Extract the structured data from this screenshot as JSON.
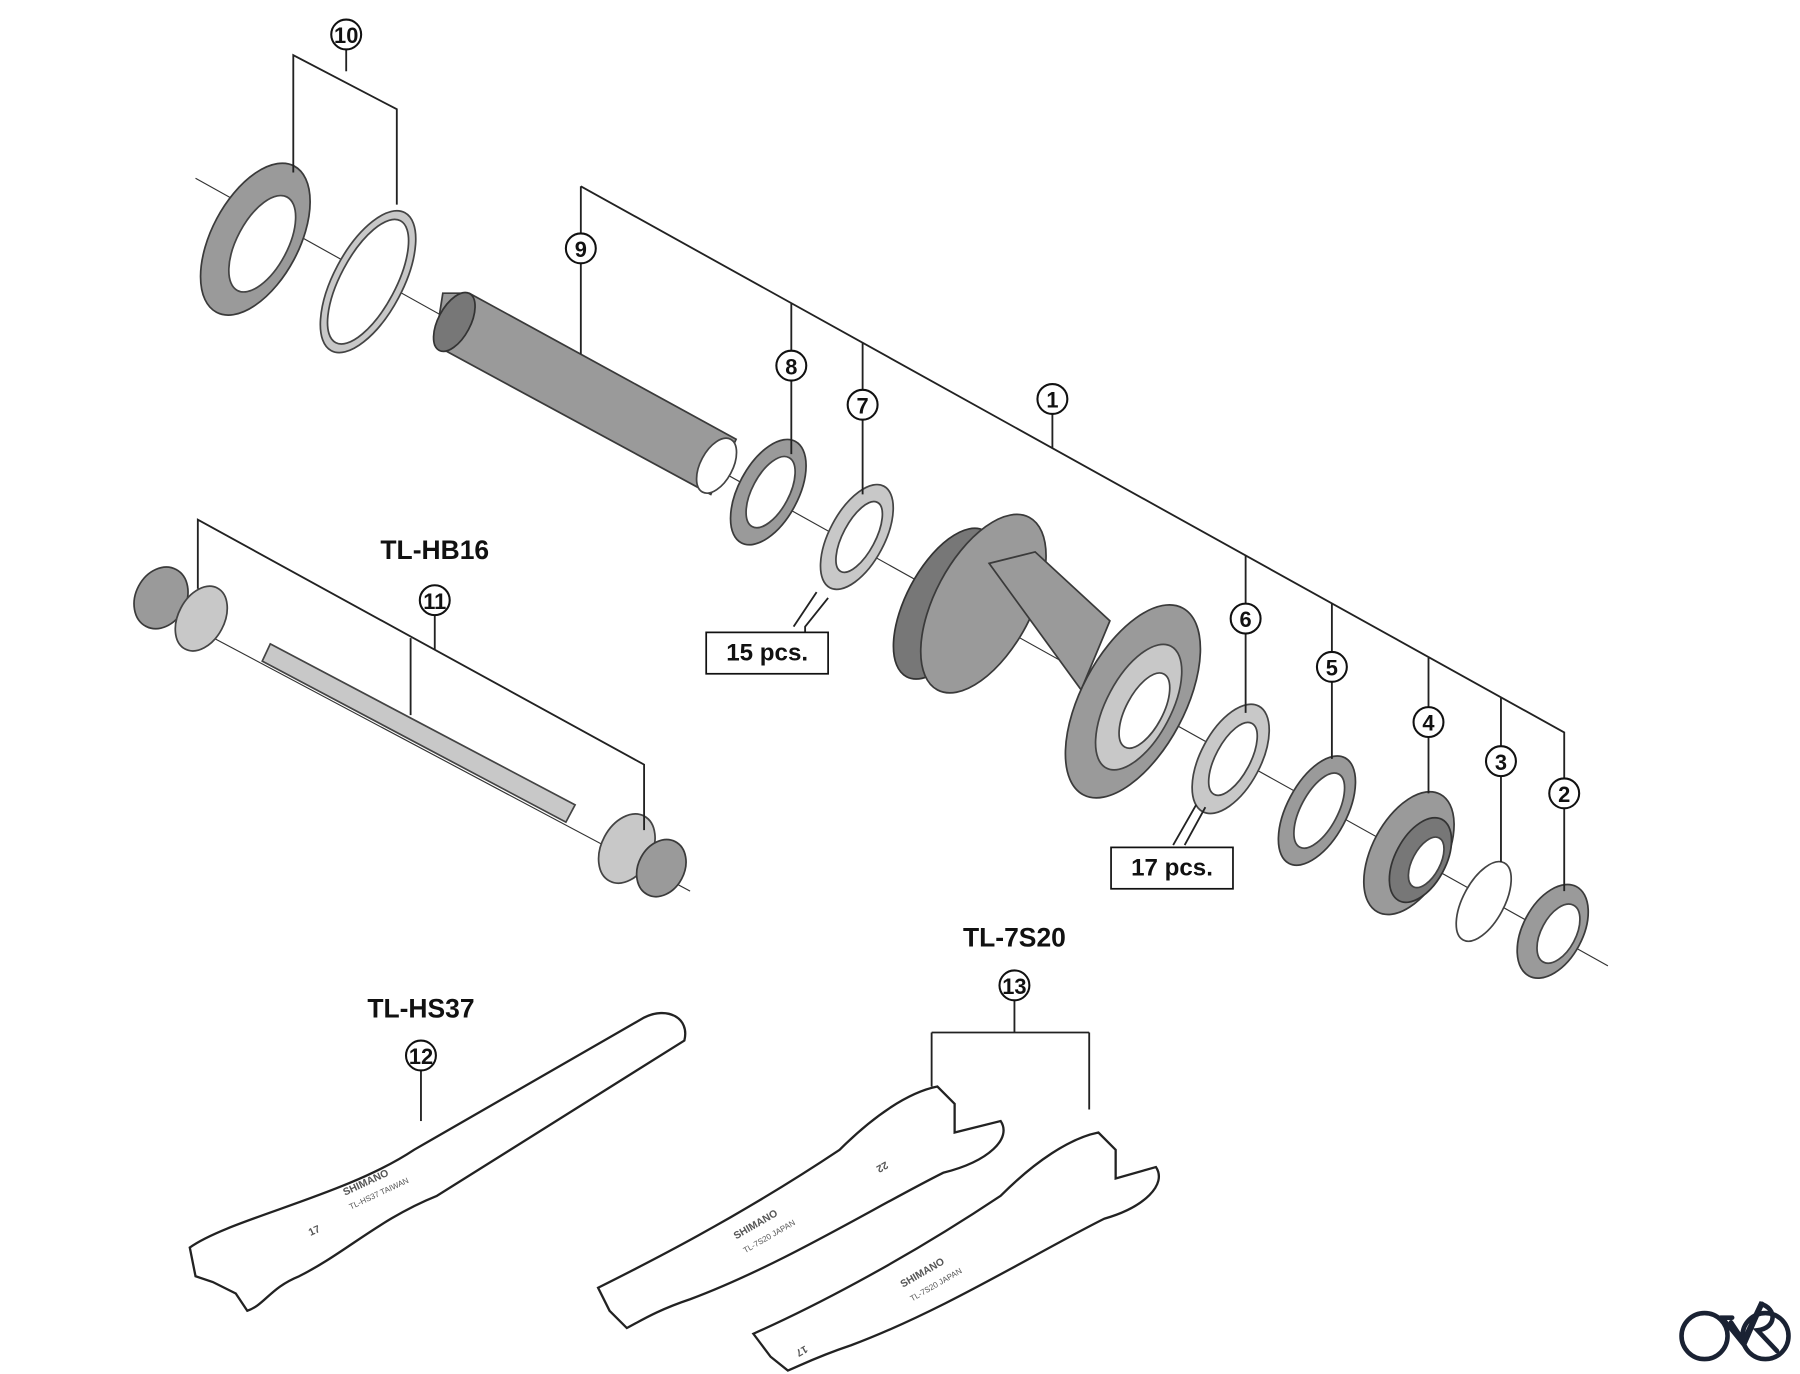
{
  "callouts": {
    "c1": "1",
    "c2": "2",
    "c3": "3",
    "c4": "4",
    "c5": "5",
    "c6": "6",
    "c7": "7",
    "c8": "8",
    "c9": "9",
    "c10": "10",
    "c11": "11",
    "c12": "12",
    "c13": "13"
  },
  "quantities": {
    "bearing_left": "15 pcs.",
    "bearing_right": "17 pcs."
  },
  "tools": {
    "hb16": "TL-HB16",
    "hs37": "TL-HS37",
    "s20": "TL-7S20"
  },
  "wrench_markings": {
    "brand": "SHIMANO",
    "hs37_model": "TL-HS37 TAIWAN",
    "hs37_size": "17",
    "s20_model": "TL-7S20 JAPAN",
    "s20_size_a": "22",
    "s20_size_b": "17"
  },
  "colors": {
    "part": "#9a9a9a",
    "line": "#222222",
    "logo": "#1a2233"
  }
}
